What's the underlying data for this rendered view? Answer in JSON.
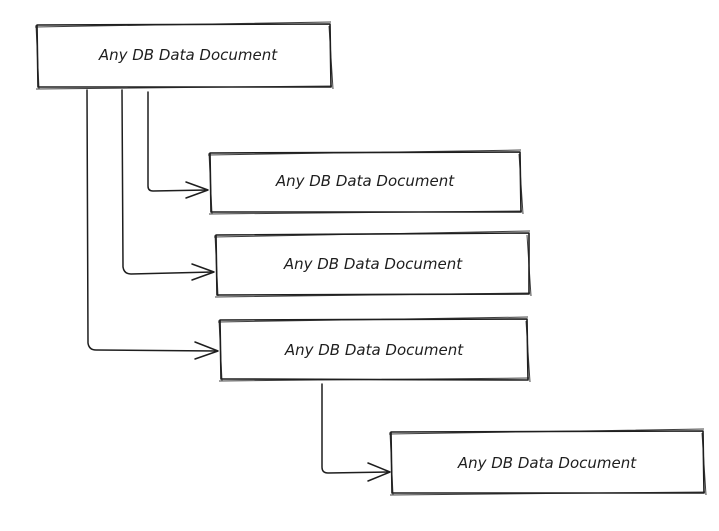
{
  "diagram": {
    "stroke_color": "#1e1e1e",
    "background": "#ffffff",
    "nodes": [
      {
        "id": "root",
        "label": "Any DB Data Document"
      },
      {
        "id": "child-1",
        "label": "Any DB Data Document"
      },
      {
        "id": "child-2",
        "label": "Any DB Data Document"
      },
      {
        "id": "child-3",
        "label": "Any DB Data Document"
      },
      {
        "id": "grandchild-1",
        "label": "Any DB Data Document"
      }
    ],
    "edges": [
      {
        "from": "root",
        "to": "child-1"
      },
      {
        "from": "root",
        "to": "child-2"
      },
      {
        "from": "root",
        "to": "child-3"
      },
      {
        "from": "child-3",
        "to": "grandchild-1"
      }
    ]
  }
}
